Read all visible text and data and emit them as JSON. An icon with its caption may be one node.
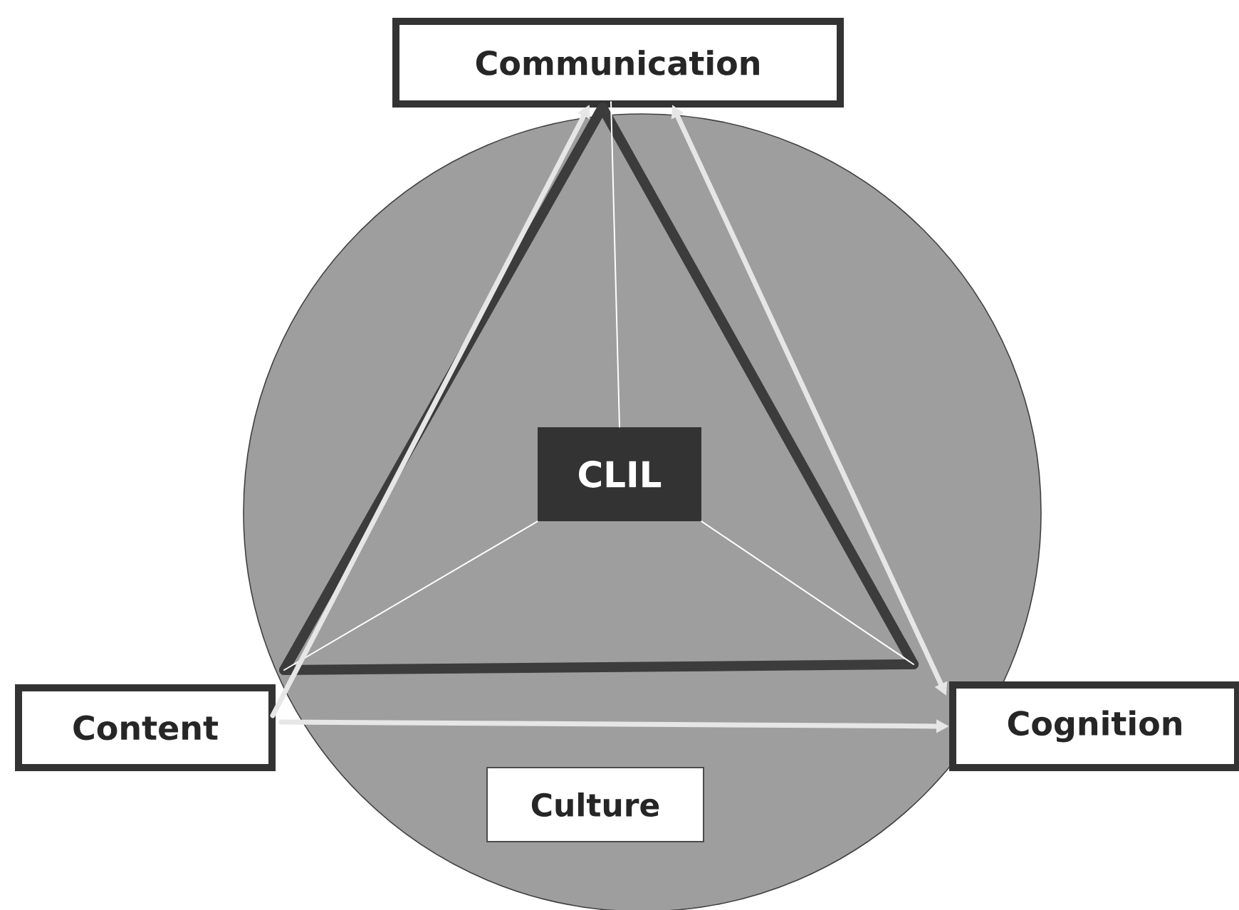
{
  "diagram": {
    "nodes": [
      {
        "text": [
          "Communication"
        ]
      },
      {
        "text": [
          "CLIL"
        ]
      },
      {
        "text": [
          "Content"
        ]
      },
      {
        "text": [
          "Culture"
        ]
      },
      {
        "text": [
          "Cognition"
        ]
      }
    ],
    "edges": [
      {
        "from": 2,
        "to": 0,
        "arrow": "none",
        "style": "thick",
        "color": "#3c3c3c"
      },
      {
        "from": 0,
        "to": 4,
        "arrow": "none",
        "style": "thick",
        "color": "#3c3c3c"
      },
      {
        "from": 2,
        "to": 4,
        "arrow": "none",
        "style": "thick",
        "color": "#3c3c3c"
      },
      {
        "from": 1,
        "to": 0,
        "arrow": "none",
        "color": "#ffffff"
      },
      {
        "from": 1,
        "to": 2,
        "arrow": "none",
        "color": "#ffffff"
      },
      {
        "from": 1,
        "to": 4,
        "arrow": "none",
        "color": "#ffffff"
      },
      {
        "from": 2,
        "to": 0,
        "arrow": "to",
        "color": "#e6e6e6"
      },
      {
        "from": 0,
        "to": 4,
        "arrow": "both",
        "color": "#e6e6e6"
      },
      {
        "from": 2,
        "to": 4,
        "arrow": "to",
        "color": "#e6e6e6"
      }
    ]
  }
}
